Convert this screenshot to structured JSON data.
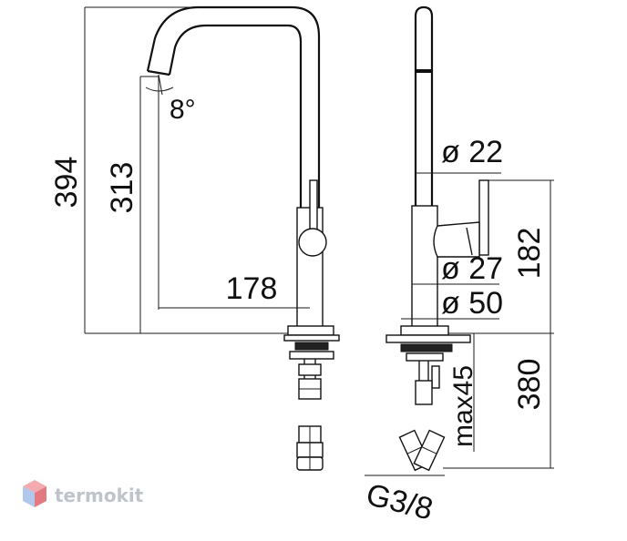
{
  "dimensions": {
    "total_height": "394",
    "spout_height": "313",
    "spout_reach": "178",
    "angle": "8°",
    "tube_diameter": "ø 22",
    "lever_height": "182",
    "body_diameter": "ø 27",
    "base_diameter": "ø 50",
    "hose_length": "380",
    "max_deck": "max45",
    "thread": "G3/8"
  },
  "watermark": {
    "brand": "termokit",
    "logo_icon": "hexagon-cube-icon",
    "logo_colors": [
      "#f2a3a8",
      "#a9c3ea",
      "#e06c74"
    ]
  }
}
